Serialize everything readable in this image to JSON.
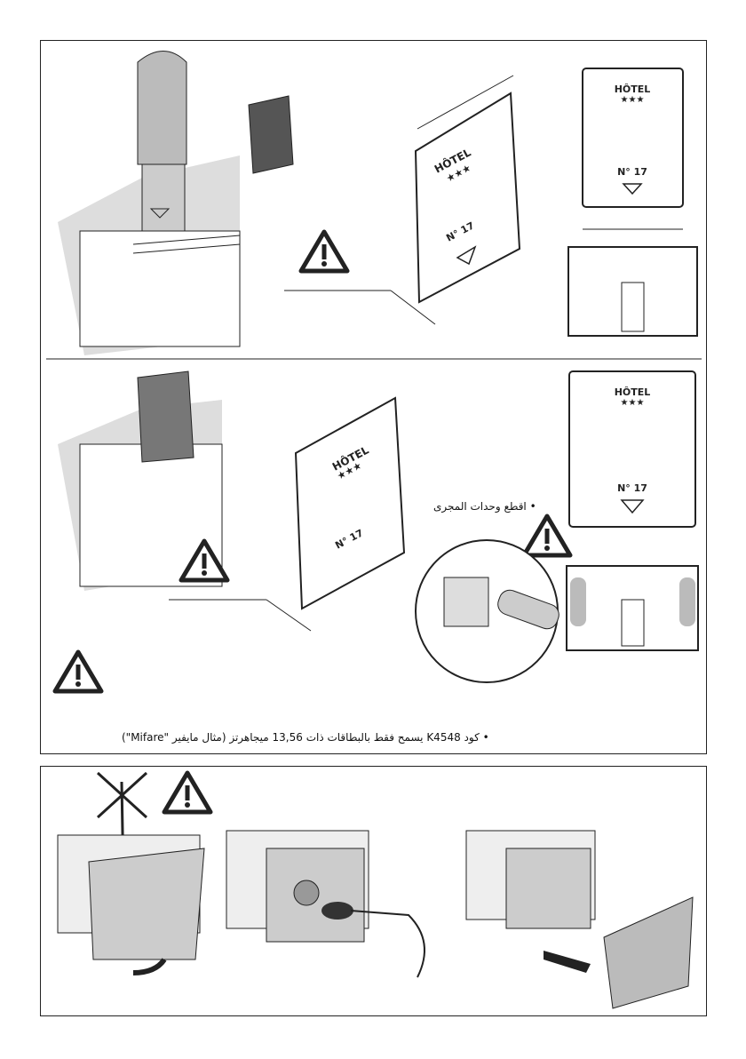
{
  "card": {
    "hotel": "HÔTEL",
    "stars": "★★★",
    "number": "N° 17"
  },
  "notes": {
    "cut_guides": "• اقطع وحدات المجرى",
    "mifare_note": "• كود K4548 يسمح فقط بالبطاقات ذات 13,56 ميجاهرتز (مثال مايفير \"Mifare\")"
  },
  "icons": [
    "warning-icon",
    "crossed-out-icon",
    "arrow-icon"
  ]
}
